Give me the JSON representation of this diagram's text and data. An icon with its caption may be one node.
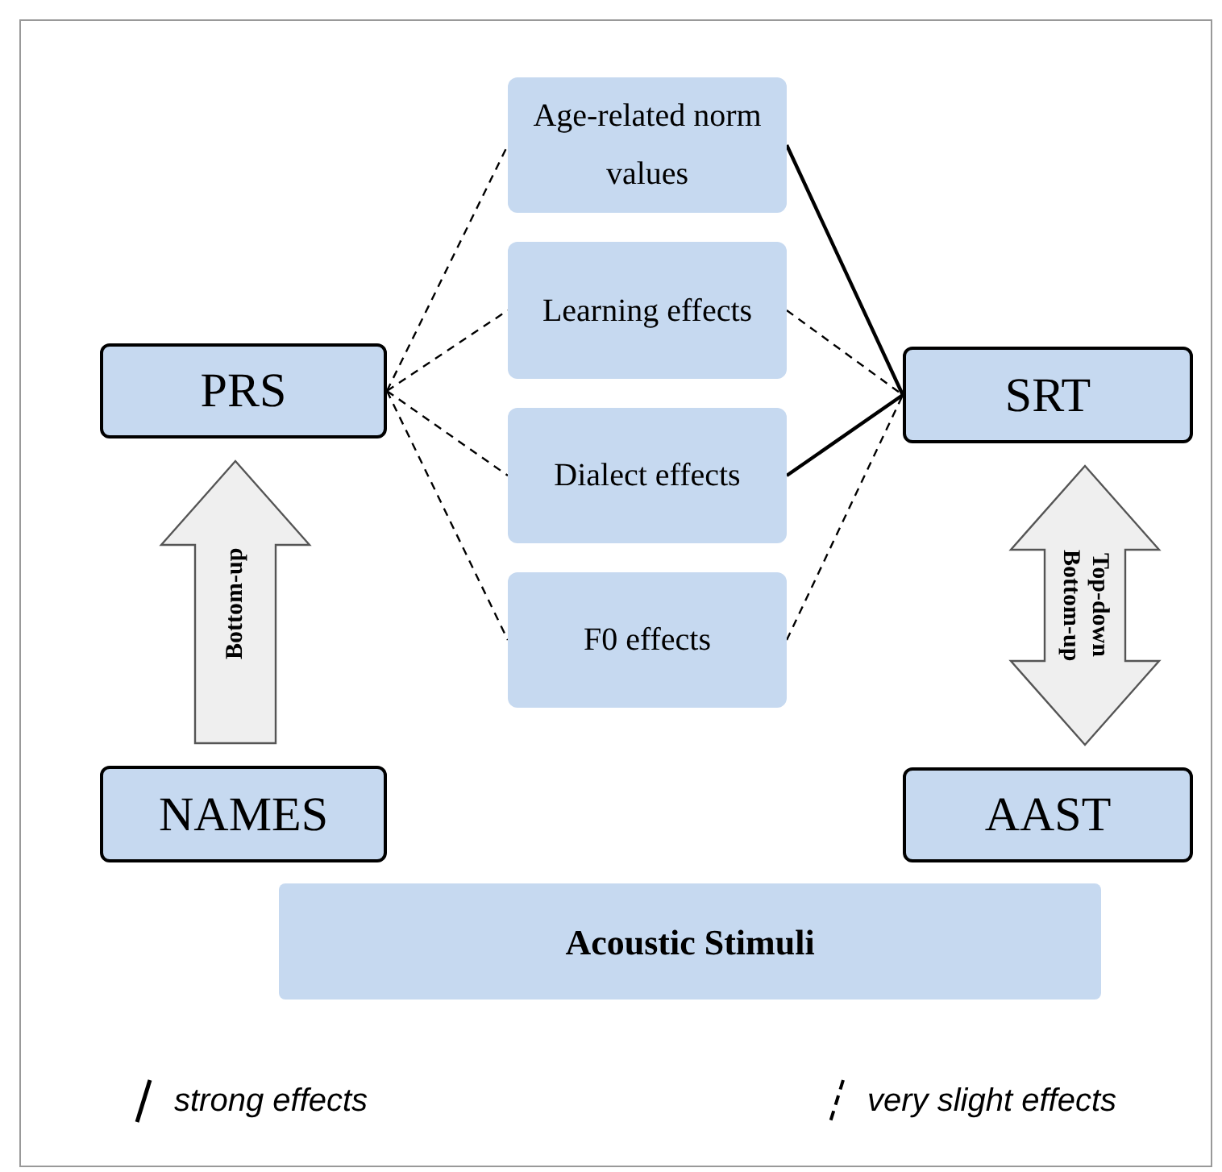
{
  "diagram": {
    "nodes": [
      {
        "text": [
          "Age-related norm values"
        ]
      },
      {
        "text": [
          "Learning effects"
        ]
      },
      {
        "text": [
          "PRS"
        ]
      },
      {
        "text": [
          "SRT"
        ]
      },
      {
        "text": [
          "Dialect effects"
        ]
      },
      {
        "text": [
          "F0 effects"
        ]
      },
      {
        "text": [
          "NAMES"
        ]
      },
      {
        "text": [
          "AAST"
        ]
      },
      {
        "text": [
          "Acoustic Stimuli"
        ]
      }
    ],
    "edges": [
      {
        "from": 2,
        "to": 0,
        "arrow": "none",
        "style": "dashed"
      },
      {
        "from": 2,
        "to": 1,
        "arrow": "none",
        "style": "dashed"
      },
      {
        "from": 2,
        "to": 4,
        "arrow": "none",
        "style": "dashed"
      },
      {
        "from": 2,
        "to": 5,
        "arrow": "none",
        "style": "dashed"
      },
      {
        "from": 0,
        "to": 3,
        "arrow": "none"
      },
      {
        "from": 1,
        "to": 3,
        "arrow": "none",
        "style": "dashed"
      },
      {
        "from": 4,
        "to": 3,
        "arrow": "none"
      },
      {
        "from": 5,
        "to": 3,
        "arrow": "none",
        "style": "dashed"
      },
      {
        "from": 6,
        "to": 2,
        "arrow": "to",
        "style": "thick",
        "label": "Bottom-up"
      },
      {
        "from": 7,
        "to": 3,
        "arrow": "both",
        "style": "thick",
        "label": "Top-down Bottom-up"
      }
    ],
    "legend": [
      {
        "text": "strong effects"
      },
      {
        "text": "very slight effects"
      }
    ]
  }
}
